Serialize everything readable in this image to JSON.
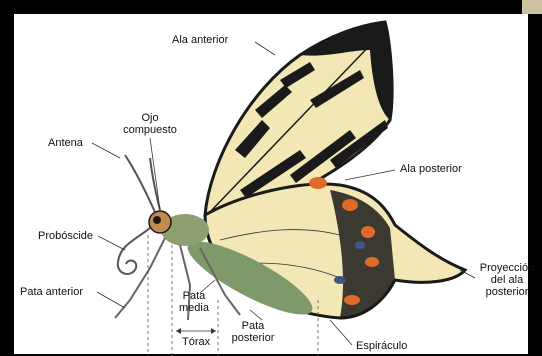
{
  "diagram": {
    "labels": {
      "ala_anterior": "Ala anterior",
      "ojo_compuesto": "Ojo\ncompuesto",
      "antena": "Antena",
      "ala_posterior": "Ala posterior",
      "proboscide": "Probóscide",
      "pata_anterior": "Pata anterior",
      "proyeccion": "Proyección\ndel ala\nposterior",
      "pata_media": "Pata\nmedia",
      "pata_posterior": "Pata\nposterior",
      "torax": "Tórax",
      "espiraculo": "Espiráculo"
    },
    "colors": {
      "wing_fill": "#f3e7b5",
      "wing_vein": "#1a1a1a",
      "body": "#7f9a6a",
      "orange_spot": "#e06a2a",
      "blue_spot": "#3d5a8a"
    }
  }
}
